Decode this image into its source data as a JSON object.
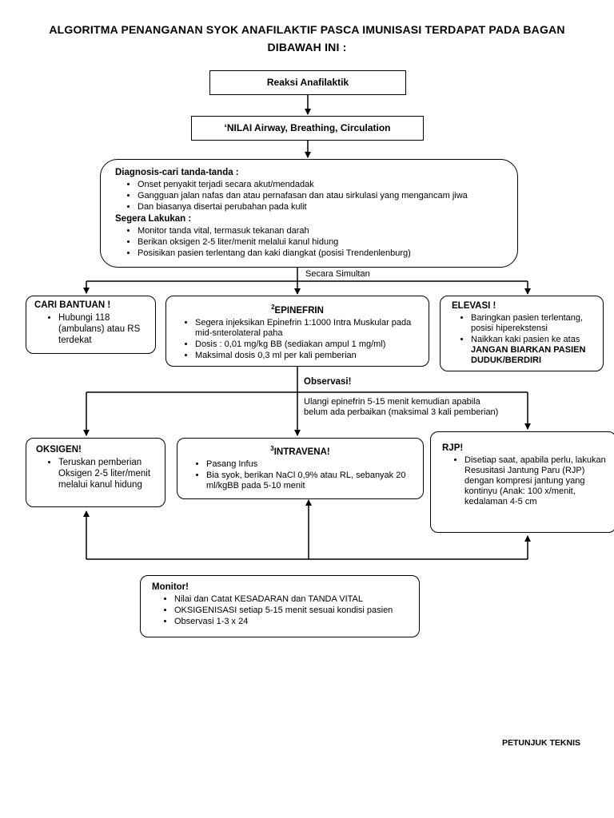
{
  "title": "ALGORITMA PENANGANAN SYOK ANAFILAKTIF PASCA IMUNISASI TERDAPAT PADA BAGAN DIBAWAH INI :",
  "reaksi": "Reaksi Anafilaktik",
  "nilai": "‘NILAI Airway, Breathing, Circulation",
  "diagnosis": {
    "heading": "Diagnosis-cari tanda-tanda :",
    "items": [
      "Onset penyakit terjadi secara akut/mendadak",
      "Gangguan jalan nafas dan atau pernafasan dan atau sirkulasi yang mengancam jiwa",
      "Dan biasanya disertai perubahan pada kulit"
    ],
    "heading2": "Segera Lakukan :",
    "items2": [
      " Monitor tanda vital, termasuk tekanan darah",
      "Berikan oksigen 2-5 liter/menit melalui kanul hidung",
      "Posisikan pasien terlentang dan kaki diangkat (posisi Trendenlenburg)"
    ]
  },
  "secara_simultan": "Secara Simultan",
  "cari_bantuan": {
    "heading": "CARI BANTUAN !",
    "items": [
      "Hubungi 118 (ambulans) atau RS terdekat"
    ]
  },
  "epinefrin": {
    "sup": "2",
    "heading": "EPINEFRIN",
    "items": [
      "Segera injeksikan Epinefrin 1:1000 Intra Muskular pada mid-snterolateral paha",
      "Dosis : 0,01 mg/kg BB (sediakan ampul 1 mg/ml)",
      "Maksimal dosis 0,3 ml per kali pemberian"
    ]
  },
  "elevasi": {
    "heading": "ELEVASI !",
    "items": [
      "Baringkan pasien terlentang, posisi hiperekstensi"
    ],
    "item2_text": "Naikkan kaki pasien ke atas ",
    "item2_bold": "JANGAN BIARKAN PASIEN DUDUK/BERDIRI"
  },
  "observasi": "Observasi!",
  "ulangi": "Ulangi epinefrin 5-15 menit kemudian apabila belum ada perbaikan (maksimal 3 kali pemberian)",
  "oksigen": {
    "heading": "OKSIGEN!",
    "items": [
      "Teruskan pemberian Oksigen 2-5 liter/menit melalui kanul hidung"
    ]
  },
  "intravena": {
    "sup": "3",
    "heading": "INTRAVENA!",
    "items": [
      "Pasang Infus",
      "Bia syok, berikan NaCl 0,9% atau RL, sebanyak 20 ml/kgBB pada 5-10 menit"
    ]
  },
  "rjp": {
    "heading": "RJP!",
    "items": [
      "Disetiap saat, apabila perlu, lakukan Resusitasi Jantung Paru (RJP) dengan kompresi jantung yang kontinyu (Anak: 100 x/menit, kedalaman 4-5 cm"
    ]
  },
  "monitor": {
    "heading": "Monitor!",
    "items": [
      "Nilai dan Catat KESADARAN dan TANDA VITAL",
      "OKSIGENISASI setiap 5-15 menit sesuai kondisi pasien",
      "Observasi 1-3 x 24"
    ]
  },
  "footer": "PETUNJUK TEKNIS"
}
